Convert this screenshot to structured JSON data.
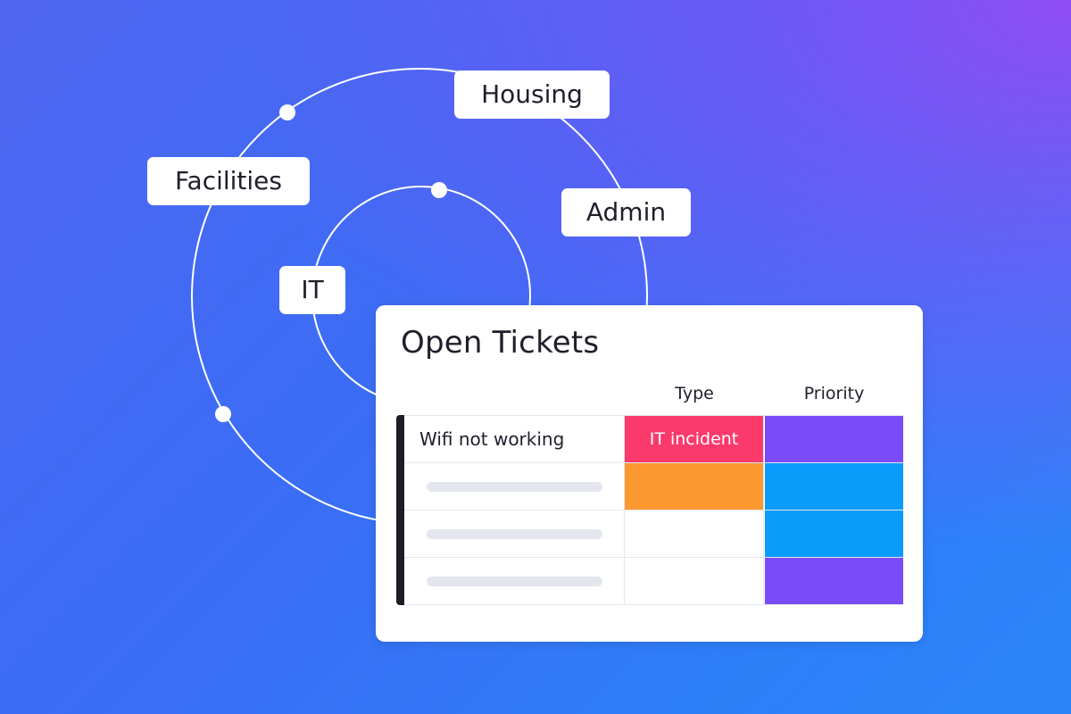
{
  "tags": {
    "housing": "Housing",
    "facilities": "Facilities",
    "admin": "Admin",
    "it": "IT"
  },
  "card": {
    "title": "Open Tickets",
    "columns": {
      "type": "Type",
      "priority": "Priority"
    },
    "rows": [
      {
        "name": "Wifi not working",
        "type": "IT incident",
        "type_color": "#fb3a6c",
        "priority_color": "#7a4cf7"
      },
      {
        "name": "",
        "type": "",
        "type_color": "#fb9930",
        "priority_color": "#0a9cfb"
      },
      {
        "name": "",
        "type": "",
        "type_color": "#ffffff",
        "priority_color": "#0a9cfb"
      },
      {
        "name": "",
        "type": "",
        "type_color": "#ffffff",
        "priority_color": "#7a4cf7"
      }
    ]
  },
  "colors": {
    "background_start": "#4f66f2",
    "background_end": "#2a86fa",
    "background_accent": "#8f4cf6",
    "sidebar_bar": "#1d1d26"
  }
}
